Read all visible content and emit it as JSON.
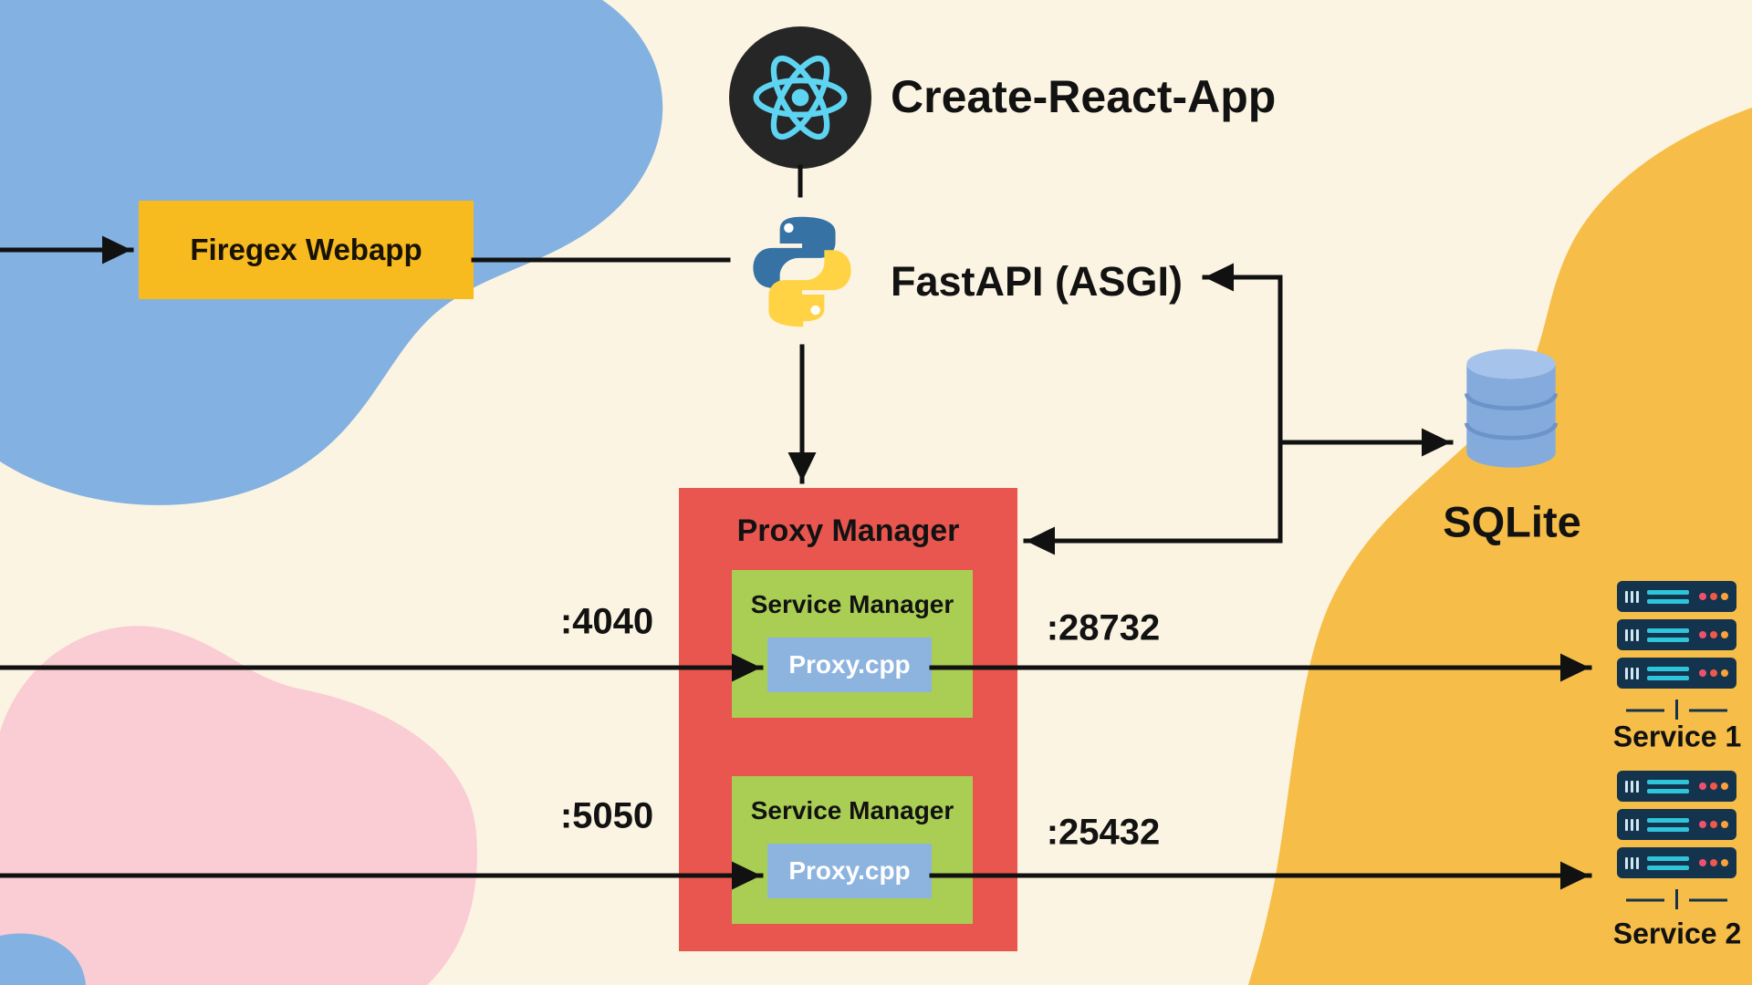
{
  "colors": {
    "background": "#fcf4e2",
    "blue_blob": "#83b1e1",
    "pink_blob": "#f9cdd3",
    "orange_blob": "#f6be49",
    "firegex_box": "#f7ba1f",
    "proxy_manager_box": "#e8564f",
    "service_manager_box": "#a9ce53",
    "proxy_cpp_box": "#8db4de",
    "server_unit": "#14334d",
    "arrow": "#111111"
  },
  "icons": {
    "react": "react-logo-icon",
    "python": "python-logo-icon",
    "database": "sqlite-db-icon",
    "servers": "server-rack-icon"
  },
  "nodes": {
    "react": {
      "label": "Create-React-App"
    },
    "firegex": {
      "label": "Firegex Webapp"
    },
    "fastapi": {
      "label": "FastAPI (ASGI)"
    },
    "proxy_manager": {
      "title": "Proxy Manager",
      "services": [
        {
          "title": "Service Manager",
          "module": "Proxy.cpp",
          "port_in": ":4040",
          "port_out": ":28732"
        },
        {
          "title": "Service Manager",
          "module": "Proxy.cpp",
          "port_in": ":5050",
          "port_out": ":25432"
        }
      ]
    },
    "sqlite": {
      "label": "SQLite"
    },
    "backend_services": [
      {
        "label": "Service 1"
      },
      {
        "label": "Service 2"
      }
    ]
  }
}
